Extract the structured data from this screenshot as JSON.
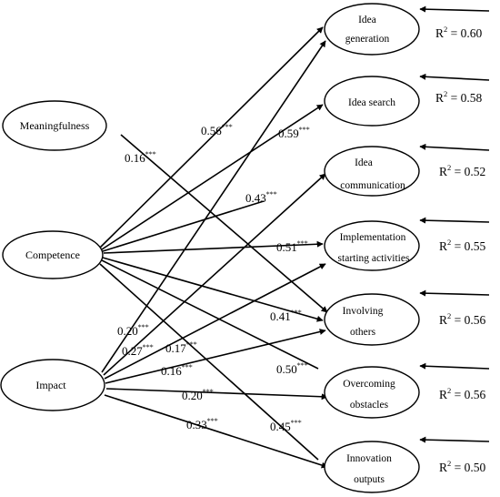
{
  "sources": [
    {
      "id": "meaningfulness",
      "label": "Meaningfulness"
    },
    {
      "id": "competence",
      "label": "Competence"
    },
    {
      "id": "impact",
      "label": "Impact"
    }
  ],
  "outcomes": [
    {
      "id": "idea-generation",
      "lines": [
        "Idea",
        "generation"
      ],
      "r2_label": "R",
      "r2_value": " = 0.60"
    },
    {
      "id": "idea-search",
      "lines": [
        "Idea search"
      ],
      "r2_label": "R",
      "r2_value": " = 0.58"
    },
    {
      "id": "idea-communication",
      "lines": [
        "Idea",
        "communication"
      ],
      "r2_label": "R",
      "r2_value": " = 0.52"
    },
    {
      "id": "implementation",
      "lines": [
        "Implementation",
        "starting activities"
      ],
      "r2_label": "R",
      "r2_value": " = 0.55"
    },
    {
      "id": "involving-others",
      "lines": [
        "Involving",
        "others"
      ],
      "r2_label": "R",
      "r2_value": " = 0.56"
    },
    {
      "id": "overcoming-obstacles",
      "lines": [
        "Overcoming",
        "obstacles"
      ],
      "r2_label": "R",
      "r2_value": " = 0.56"
    },
    {
      "id": "innovation-outputs",
      "lines": [
        "Innovation",
        "outputs"
      ],
      "r2_label": "R",
      "r2_value": " = 0.50"
    }
  ],
  "r2_superscript": "2",
  "coefficients": [
    {
      "value": "0.56",
      "stars": "***"
    },
    {
      "value": "0.16",
      "stars": "***"
    },
    {
      "value": "0.59",
      "stars": "***"
    },
    {
      "value": "0.43",
      "stars": "***"
    },
    {
      "value": "0.51",
      "stars": "***"
    },
    {
      "value": "0.41",
      "stars": "***"
    },
    {
      "value": "0.20",
      "stars": "***"
    },
    {
      "value": "0.27",
      "stars": "***"
    },
    {
      "value": "0.17",
      "stars": "***"
    },
    {
      "value": "0.16",
      "stars": "***"
    },
    {
      "value": "0.50",
      "stars": "***"
    },
    {
      "value": "0.20",
      "stars": "***"
    },
    {
      "value": "0.45",
      "stars": "***"
    },
    {
      "value": "0.33",
      "stars": "***"
    }
  ]
}
